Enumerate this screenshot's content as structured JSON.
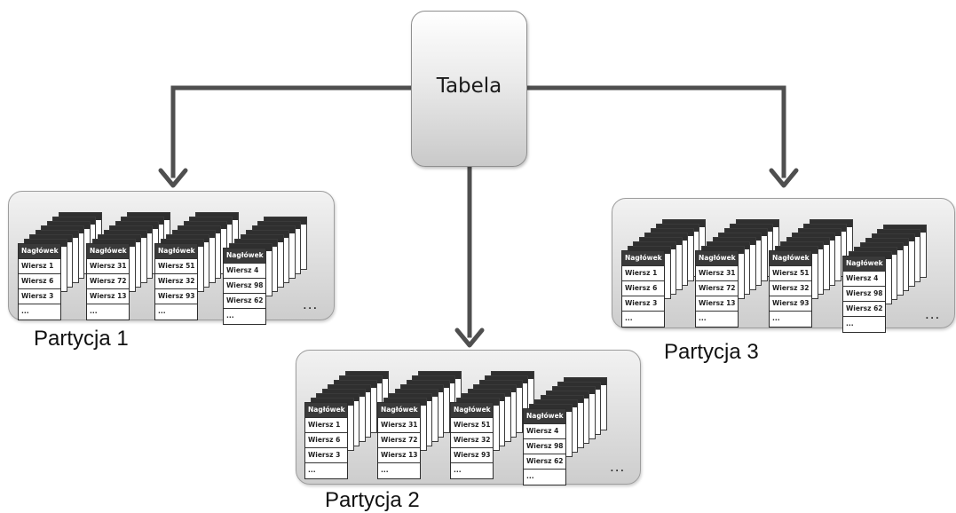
{
  "table_label": "Tabela",
  "ellipsis": "...",
  "partitions": [
    {
      "label": "Partycja 1",
      "pages": [
        {
          "header": "Nagłówek",
          "rows": [
            "Wiersz 1",
            "Wiersz 6",
            "Wiersz 3",
            "..."
          ]
        },
        {
          "header": "Nagłówek",
          "rows": [
            "Wiersz 31",
            "Wiersz 72",
            "Wiersz 13",
            "..."
          ]
        },
        {
          "header": "Nagłówek",
          "rows": [
            "Wiersz 51",
            "Wiersz 32",
            "Wiersz 93",
            "..."
          ]
        },
        {
          "header": "Nagłówek",
          "rows": [
            "Wiersz 4",
            "Wiersz 98",
            "Wiersz 62",
            "..."
          ]
        }
      ]
    },
    {
      "label": "Partycja 2",
      "pages": [
        {
          "header": "Nagłówek",
          "rows": [
            "Wiersz 1",
            "Wiersz 6",
            "Wiersz 3",
            "..."
          ]
        },
        {
          "header": "Nagłówek",
          "rows": [
            "Wiersz 31",
            "Wiersz 72",
            "Wiersz 13",
            "..."
          ]
        },
        {
          "header": "Nagłówek",
          "rows": [
            "Wiersz 51",
            "Wiersz 32",
            "Wiersz 93",
            "..."
          ]
        },
        {
          "header": "Nagłówek",
          "rows": [
            "Wiersz 4",
            "Wiersz 98",
            "Wiersz 62",
            "..."
          ]
        }
      ]
    },
    {
      "label": "Partycja 3",
      "pages": [
        {
          "header": "Nagłówek",
          "rows": [
            "Wiersz 1",
            "Wiersz 6",
            "Wiersz 3",
            "..."
          ]
        },
        {
          "header": "Nagłówek",
          "rows": [
            "Wiersz 31",
            "Wiersz 72",
            "Wiersz 13",
            "..."
          ]
        },
        {
          "header": "Nagłówek",
          "rows": [
            "Wiersz 51",
            "Wiersz 32",
            "Wiersz 93",
            "..."
          ]
        },
        {
          "header": "Nagłówek",
          "rows": [
            "Wiersz 4",
            "Wiersz 98",
            "Wiersz 62",
            "..."
          ]
        }
      ]
    }
  ]
}
